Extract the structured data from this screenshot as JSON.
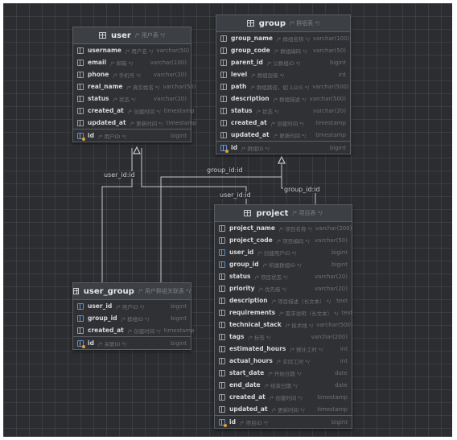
{
  "colors": {
    "canvas_bg": "#2b2d30",
    "entity_bg": "#2f3134",
    "header_bg": "#3c3f43",
    "line": "#c6c8cb",
    "key_icon": "#d9a23b",
    "fk_icon": "#5d8fd6"
  },
  "entities": {
    "user": {
      "name": "user",
      "comment": "/* 用户表 */",
      "fields": [
        {
          "name": "username",
          "comment": "/* 用户名 */",
          "type": "varchar(50)"
        },
        {
          "name": "email",
          "comment": "/* 邮箱 */",
          "type": "varchar(100)"
        },
        {
          "name": "phone",
          "comment": "/* 手机号 */",
          "type": "varchar(20)"
        },
        {
          "name": "real_name",
          "comment": "/* 真实姓名 */",
          "type": "varchar(50)"
        },
        {
          "name": "status",
          "comment": "/* 状态 */",
          "type": "varchar(20)"
        },
        {
          "name": "created_at",
          "comment": "/* 创建时间 */",
          "type": "timestamp"
        },
        {
          "name": "updated_at",
          "comment": "/* 更新时间 */",
          "type": "timestamp"
        }
      ],
      "pk": {
        "name": "id",
        "comment": "/* 用户ID */",
        "type": "bigint"
      }
    },
    "group": {
      "name": "group",
      "comment": "/* 群组表 */",
      "fields": [
        {
          "name": "group_name",
          "comment": "/* 群组名称 */",
          "type": "varchar(100)"
        },
        {
          "name": "group_code",
          "comment": "/* 群组编码 */",
          "type": "varchar(50)"
        },
        {
          "name": "parent_id",
          "comment": "/* 父群组ID */",
          "type": "bigint"
        },
        {
          "name": "level",
          "comment": "/* 群组层级 */",
          "type": "int"
        },
        {
          "name": "path",
          "comment": "/* 群组路径，如 1/2/5 */",
          "type": "varchar(500)"
        },
        {
          "name": "description",
          "comment": "/* 群组描述 */",
          "type": "varchar(500)"
        },
        {
          "name": "status",
          "comment": "/* 状态 */",
          "type": "varchar(20)"
        },
        {
          "name": "created_at",
          "comment": "/* 创建时间 */",
          "type": "timestamp"
        },
        {
          "name": "updated_at",
          "comment": "/* 更新时间 */",
          "type": "timestamp"
        }
      ],
      "pk": {
        "name": "id",
        "comment": "/* 群组ID */",
        "type": "bigint"
      }
    },
    "user_group": {
      "name": "user_group",
      "comment": "/* 用户群组关联表 */",
      "fields": [
        {
          "name": "user_id",
          "comment": "/* 用户ID */",
          "type": "bigint"
        },
        {
          "name": "group_id",
          "comment": "/* 群组ID */",
          "type": "bigint"
        },
        {
          "name": "created_at",
          "comment": "/* 创建时间 */",
          "type": "timestamp"
        }
      ],
      "pk": {
        "name": "id",
        "comment": "/* 关联ID */",
        "type": "bigint"
      }
    },
    "project": {
      "name": "project",
      "comment": "/* 项目表 */",
      "fields": [
        {
          "name": "project_name",
          "comment": "/* 项目名称 */",
          "type": "varchar(200)"
        },
        {
          "name": "project_code",
          "comment": "/* 项目编码 */",
          "type": "varchar(50)"
        },
        {
          "name": "user_id",
          "comment": "/* 创建用户ID */",
          "type": "bigint"
        },
        {
          "name": "group_id",
          "comment": "/* 所属群组ID */",
          "type": "bigint"
        },
        {
          "name": "status",
          "comment": "/* 项目状态 */",
          "type": "varchar(20)"
        },
        {
          "name": "priority",
          "comment": "/* 优先级 */",
          "type": "varchar(20)"
        },
        {
          "name": "description",
          "comment": "/* 项目描述（长文本） */",
          "type": "text"
        },
        {
          "name": "requirements",
          "comment": "/* 需求说明（长文本） */",
          "type": "text"
        },
        {
          "name": "technical_stack",
          "comment": "/* 技术栈 */",
          "type": "varchar(500)"
        },
        {
          "name": "tags",
          "comment": "/* 标签 */",
          "type": "varchar(200)"
        },
        {
          "name": "estimated_hours",
          "comment": "/* 预计工时 */",
          "type": "int"
        },
        {
          "name": "actual_hours",
          "comment": "/* 实际工时 */",
          "type": "int"
        },
        {
          "name": "start_date",
          "comment": "/* 开始日期 */",
          "type": "date"
        },
        {
          "name": "end_date",
          "comment": "/* 结束日期 */",
          "type": "date"
        },
        {
          "name": "created_at",
          "comment": "/* 创建时间 */",
          "type": "timestamp"
        },
        {
          "name": "updated_at",
          "comment": "/* 更新时间 */",
          "type": "timestamp"
        }
      ],
      "pk": {
        "name": "id",
        "comment": "/* 项目ID */",
        "type": "bigint"
      }
    }
  },
  "relations": [
    {
      "label": "user_id:id",
      "from": "user_group",
      "to": "user"
    },
    {
      "label": "group_id:id",
      "from": "user_group",
      "to": "group"
    },
    {
      "label": "user_id:id",
      "from": "project",
      "to": "user"
    },
    {
      "label": "group_id:id",
      "from": "project",
      "to": "group"
    }
  ]
}
